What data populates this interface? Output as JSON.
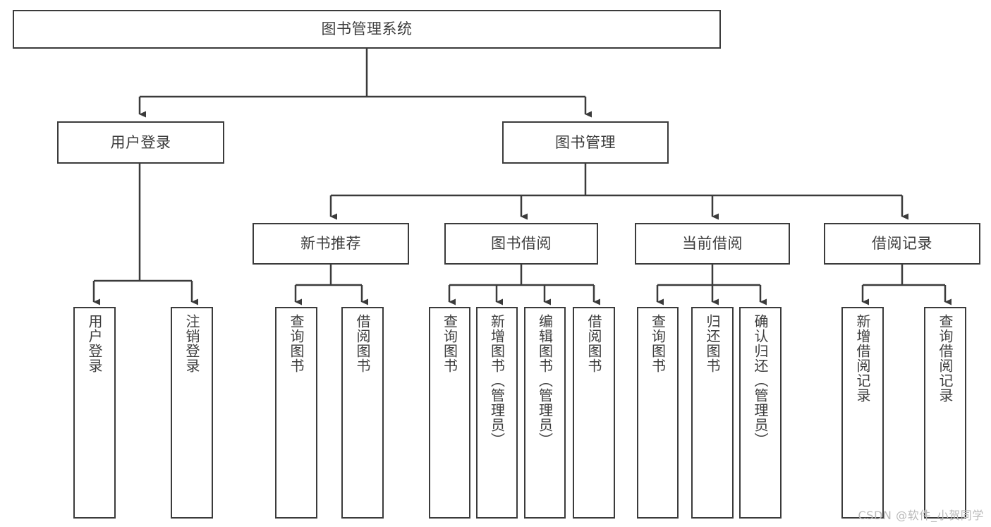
{
  "diagram": {
    "type": "tree-hierarchy-chart",
    "title": "图书管理系统",
    "stroke_color": "#3b3b3b",
    "text_color": "#3d3d3d",
    "background_color": "#ffffff",
    "levels": {
      "level1": [
        {
          "id": "root",
          "label": "图书管理系统"
        }
      ],
      "level2": [
        {
          "id": "user-login",
          "label": "用户登录"
        },
        {
          "id": "book-management",
          "label": "图书管理"
        }
      ],
      "level3": [
        {
          "id": "new-book-recommend",
          "label": "新书推荐"
        },
        {
          "id": "book-borrow",
          "label": "图书借阅"
        },
        {
          "id": "current-borrow",
          "label": "当前借阅"
        },
        {
          "id": "borrow-record",
          "label": "借阅记录"
        }
      ],
      "level4": [
        {
          "id": "leaf-user-login",
          "label": "用户登录",
          "parent": "user-login"
        },
        {
          "id": "leaf-logout",
          "label": "注销登录",
          "parent": "user-login"
        },
        {
          "id": "leaf-query-book-1",
          "label": "查询图书",
          "parent": "new-book-recommend"
        },
        {
          "id": "leaf-borrow-book-1",
          "label": "借阅图书",
          "parent": "new-book-recommend"
        },
        {
          "id": "leaf-query-book-2",
          "label": "查询图书",
          "parent": "book-borrow"
        },
        {
          "id": "leaf-add-book",
          "label": "新增图书（管理员）",
          "parent": "book-borrow"
        },
        {
          "id": "leaf-edit-book",
          "label": "编辑图书（管理员）",
          "parent": "book-borrow"
        },
        {
          "id": "leaf-borrow-book-2",
          "label": "借阅图书",
          "parent": "book-borrow"
        },
        {
          "id": "leaf-query-book-3",
          "label": "查询图书",
          "parent": "current-borrow"
        },
        {
          "id": "leaf-return-book",
          "label": "归还图书",
          "parent": "current-borrow"
        },
        {
          "id": "leaf-confirm-return",
          "label": "确认归还（管理员）",
          "parent": "current-borrow"
        },
        {
          "id": "leaf-add-record",
          "label": "新增借阅记录",
          "parent": "borrow-record"
        },
        {
          "id": "leaf-query-record",
          "label": "查询借阅记录",
          "parent": "borrow-record"
        }
      ]
    }
  },
  "watermark": {
    "text": "CSDN @软件_小贺同学"
  }
}
